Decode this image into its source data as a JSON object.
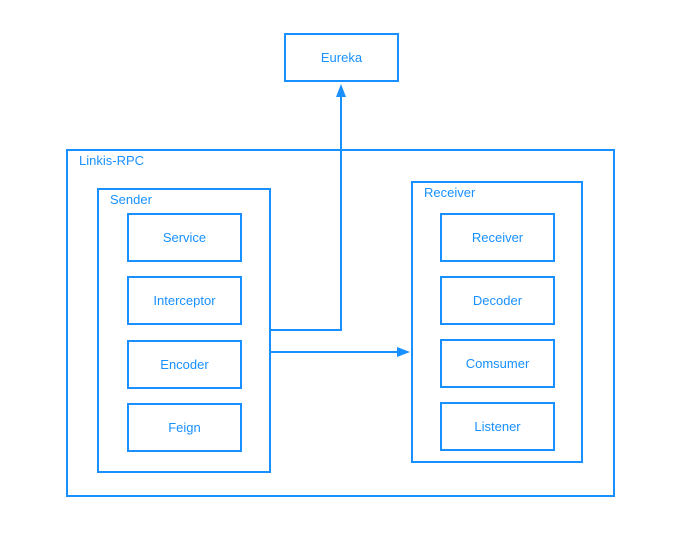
{
  "colors": {
    "accent": "#1890ff",
    "background": "#ffffff"
  },
  "diagram": {
    "eureka": {
      "label": "Eureka"
    },
    "container": {
      "label": "Linkis-RPC"
    },
    "sender": {
      "label": "Sender",
      "items": [
        "Service",
        "Interceptor",
        "Encoder",
        "Feign"
      ]
    },
    "receiver": {
      "label": "Receiver",
      "items": [
        "Receiver",
        "Decoder",
        "Comsumer",
        "Listener"
      ]
    },
    "connectors": [
      {
        "name": "sender-to-eureka",
        "type": "elbow-arrow",
        "from": "Sender",
        "to": "Eureka",
        "direction": "up"
      },
      {
        "name": "sender-to-receiver",
        "type": "straight-arrow",
        "from": "Sender",
        "to": "Receiver",
        "direction": "right"
      }
    ]
  }
}
